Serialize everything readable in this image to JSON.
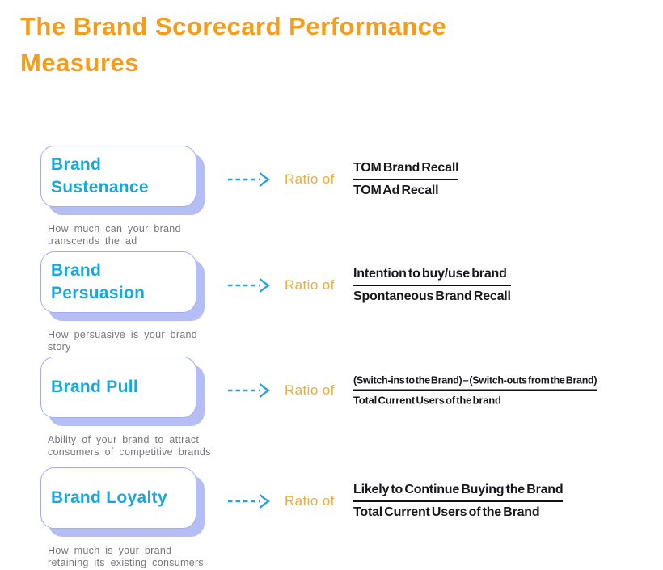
{
  "title": "The Brand Scorecard Performance Measures",
  "ratio_label": "Ratio of",
  "rows": [
    {
      "card_title": "Brand Sustenance",
      "description": "How much can your brand transcends the ad",
      "numerator": "TOM Brand Recall",
      "denominator": "TOM Ad Recall"
    },
    {
      "card_title": "Brand Persuasion",
      "description": "How persuasive is your brand story",
      "numerator": "Intention to buy/use brand",
      "denominator": "Spontaneous Brand Recall"
    },
    {
      "card_title": "Brand Pull",
      "description": "Ability of your brand to attract consumers of competitive brands",
      "numerator": "(Switch-ins to the Brand) – (Switch-outs from the Brand)",
      "denominator": "Total Current Users of the brand"
    },
    {
      "card_title": "Brand Loyalty",
      "description": "How much is your brand retaining its existing consumers",
      "numerator": "Likely to Continue Buying the Brand",
      "denominator": "Total Current Users of the Brand"
    }
  ],
  "icons": {
    "arrow": "dashed-right-arrow"
  },
  "colors": {
    "title_orange": "#F59C1B",
    "card_title_cyan": "#18A7DE",
    "card_border_lavender": "#A2ACEF",
    "card_shadow_lavender": "#B5BEF4",
    "description_gray": "#76767E",
    "arrow_blue": "#2F9FD9",
    "ratio_orange": "#EFA93E",
    "formula_black": "#17171C"
  }
}
